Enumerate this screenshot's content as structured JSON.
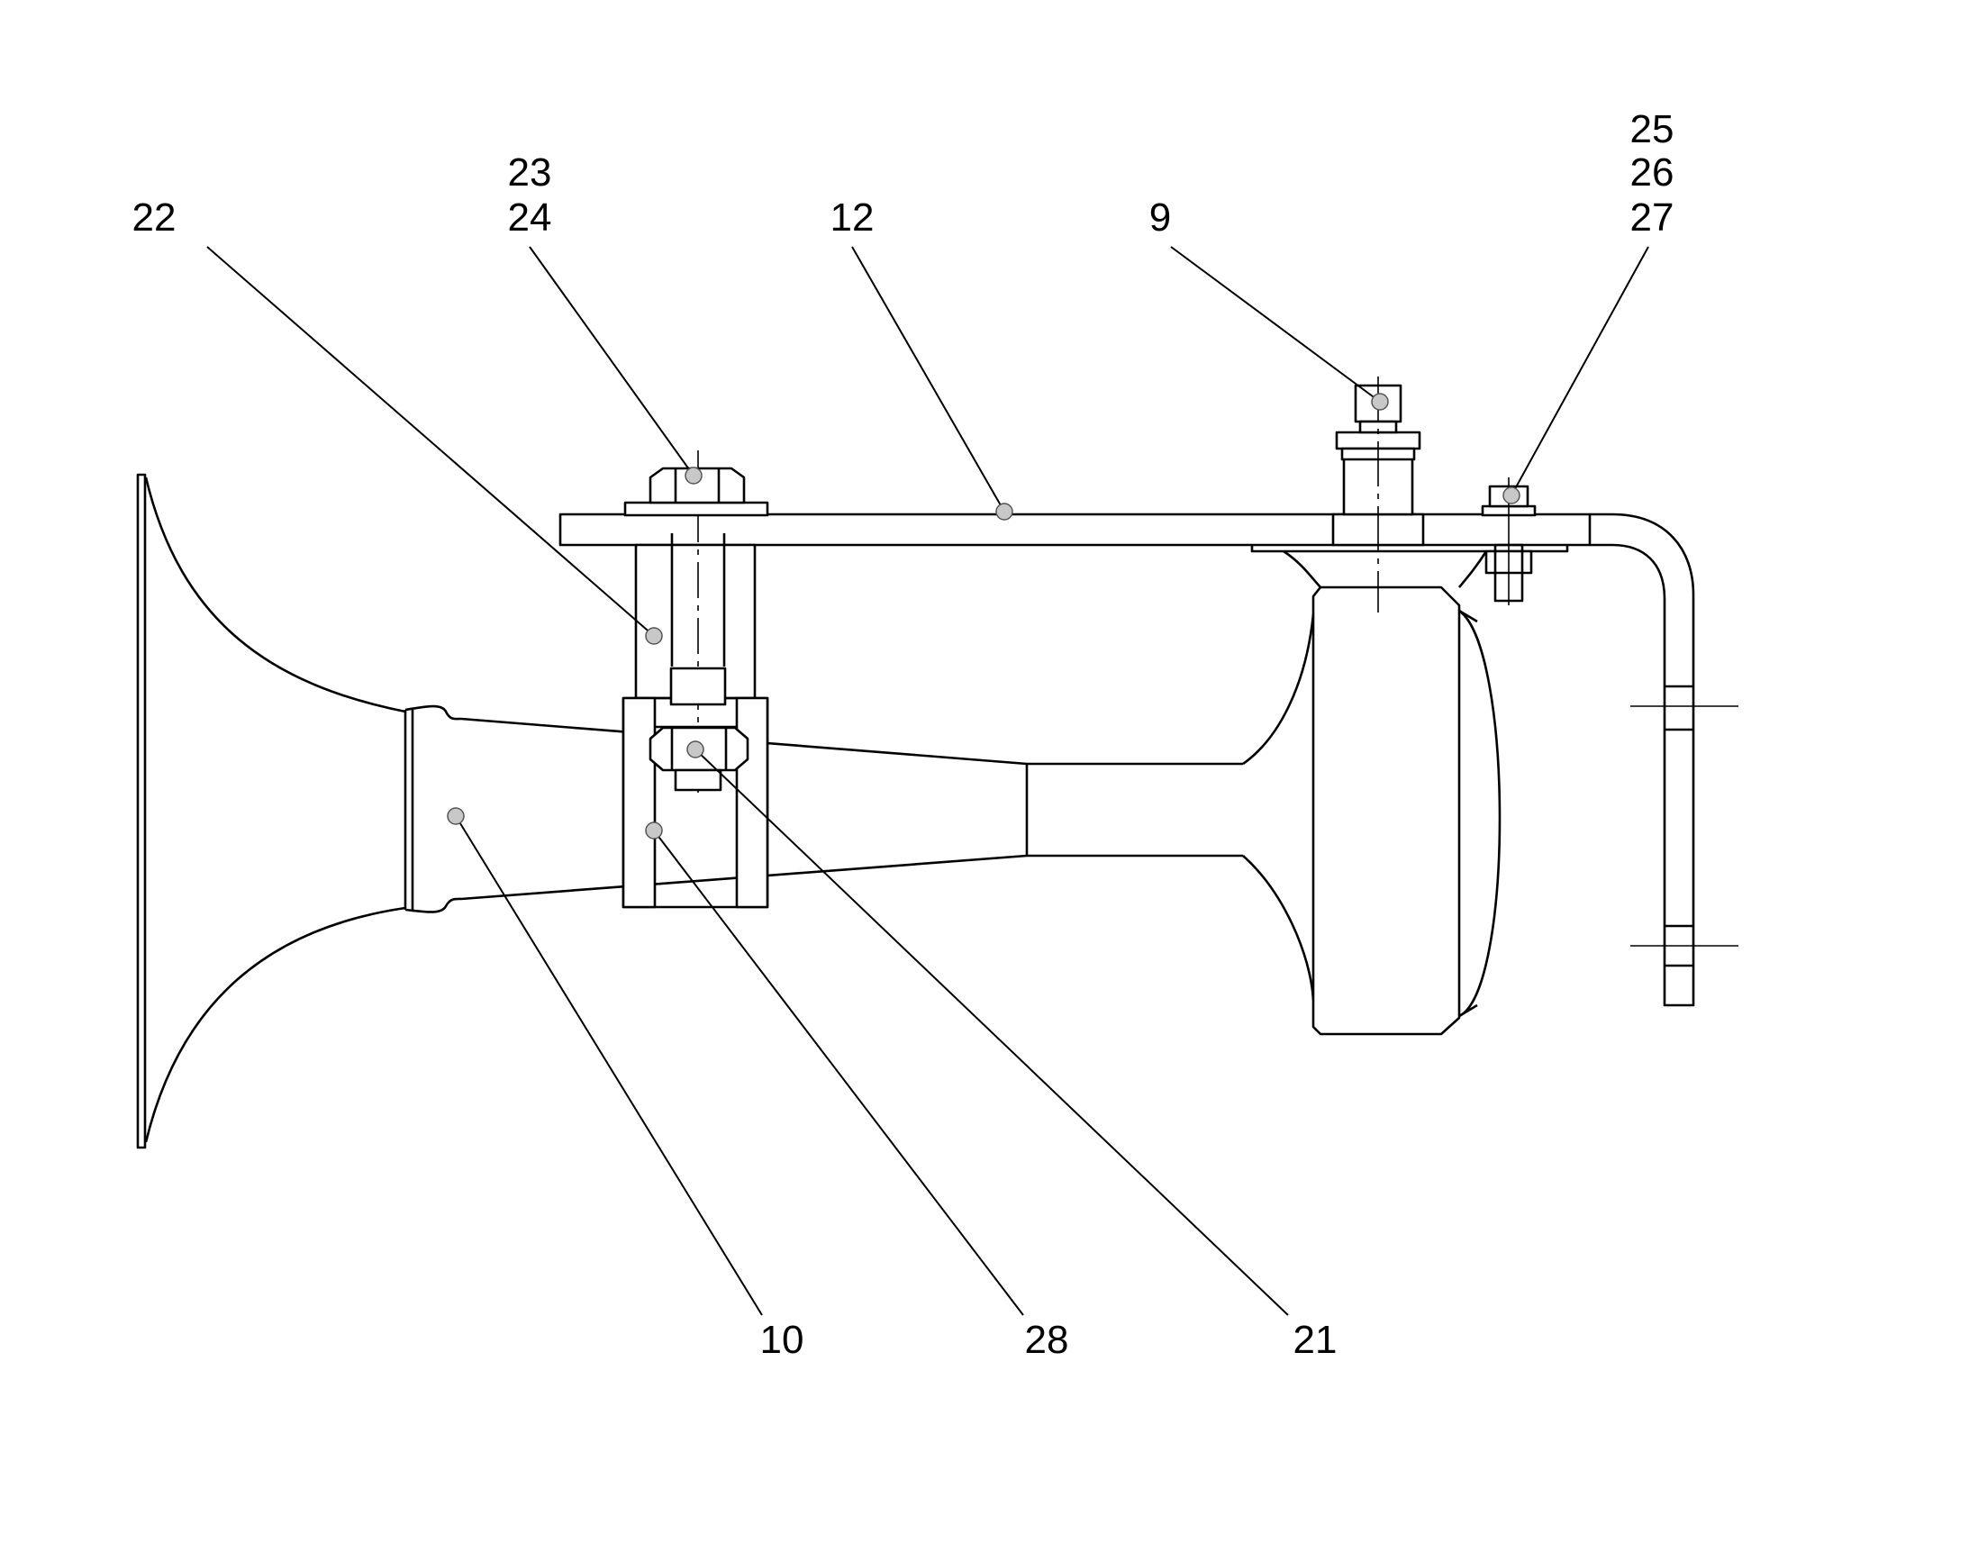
{
  "callouts": {
    "c22": "22",
    "c23": "23",
    "c24": "24",
    "c12": "12",
    "c9": "9",
    "c25": "25",
    "c26": "26",
    "c27": "27",
    "c10": "10",
    "c28": "28",
    "c21": "21"
  }
}
